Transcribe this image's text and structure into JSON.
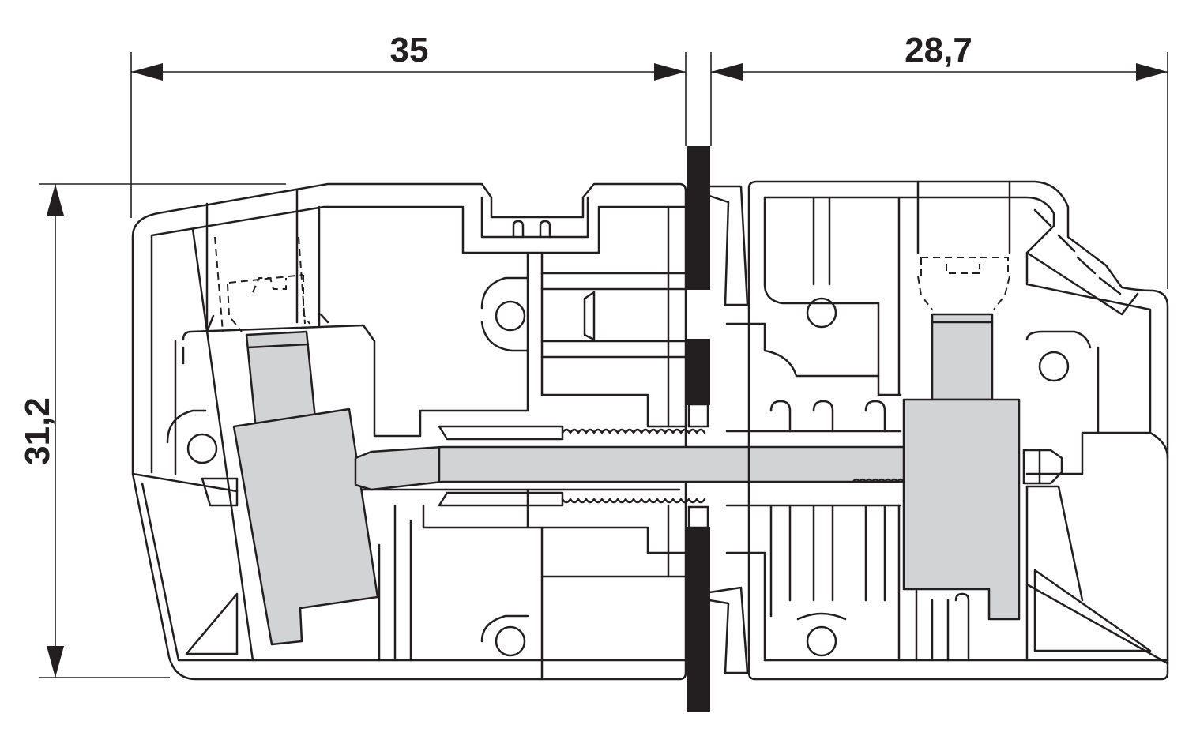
{
  "dimensions": {
    "width_left": "35",
    "width_right": "28,7",
    "height": "31,2"
  },
  "colors": {
    "line": "#231f20",
    "part_fill": "#d1d3d4",
    "background": "#ffffff"
  }
}
